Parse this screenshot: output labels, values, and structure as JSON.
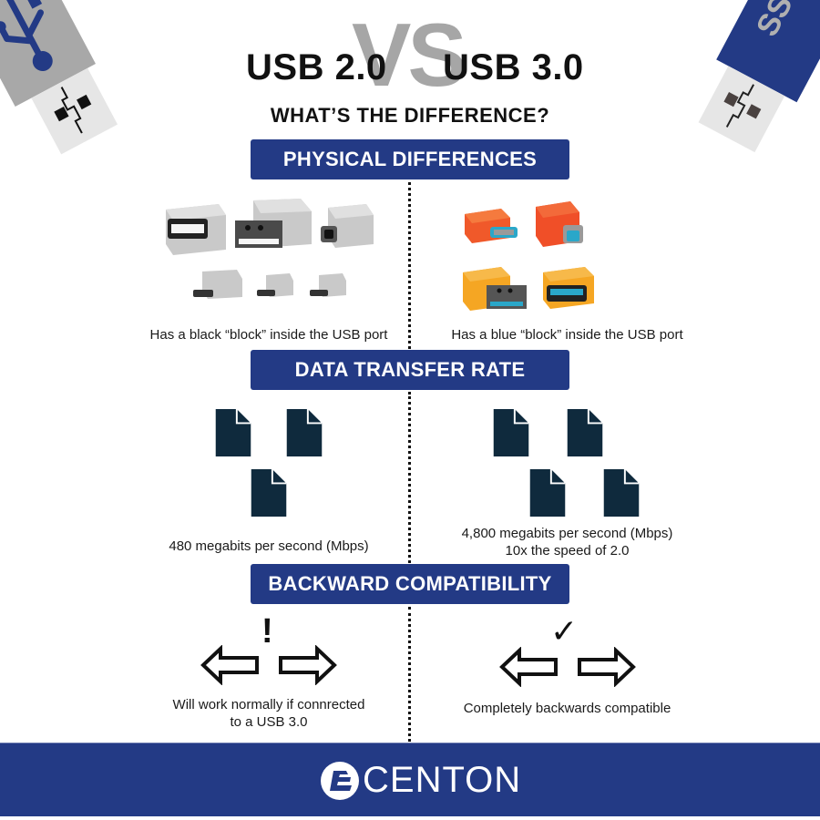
{
  "header": {
    "left_title": "USB 2.0",
    "vs": "VS",
    "right_title": "USB 3.0",
    "subtitle": "WHAT’S THE DIFFERENCE?"
  },
  "sections": [
    {
      "title": "PHYSICAL DIFFERENCES",
      "left_caption": "Has a black “block” inside the USB port",
      "right_caption": "Has a blue “block” inside the USB port"
    },
    {
      "title": "DATA TRANSFER RATE",
      "left_caption": "480 megabits per second (Mbps)",
      "right_caption_line1": "4,800 megabits per second (Mbps)",
      "right_caption_line2": "10x the speed of 2.0",
      "left_file_icons": 3,
      "right_file_icons": 4
    },
    {
      "title": "BACKWARD COMPATIBILITY",
      "left_caption_line1": "Will work normally if connrected",
      "left_caption_line2": "to a USB 3.0",
      "right_caption": "Completely backwards compatible",
      "left_mark": "!",
      "right_mark": "✓"
    }
  ],
  "footer": {
    "brand": "CENTON"
  },
  "colors": {
    "navy": "#233a85",
    "gray_vs": "#a6a6a6",
    "usb2_connector": "#bdbdbd",
    "usb3_orange": "#f0592a",
    "usb3_amber": "#f5a623",
    "usb3_blue_block": "#2aa7c9",
    "file_icon": "#0f2a3d"
  }
}
